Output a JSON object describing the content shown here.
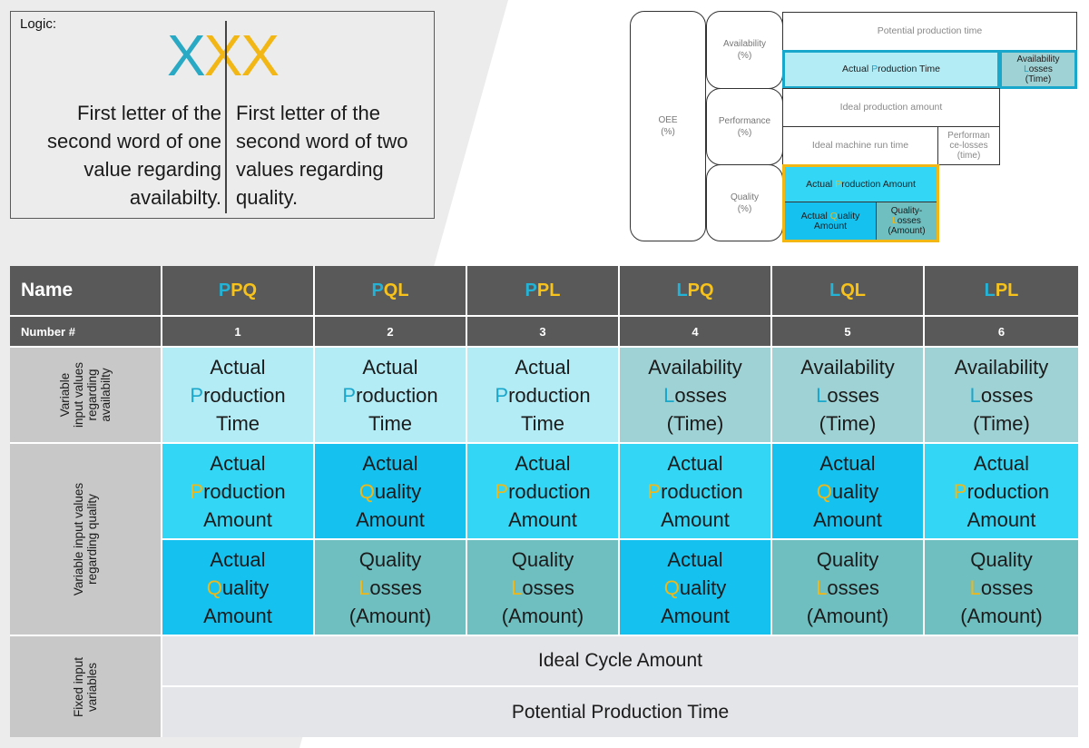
{
  "logic": {
    "title": "Logic:",
    "code_first": "X",
    "code_rest": "XX",
    "left_lines": [
      "First letter of the",
      "second word of one",
      "value regarding",
      "availabilty."
    ],
    "right_lines": [
      "First letter of the",
      "second word of two",
      "values regarding",
      "quality."
    ]
  },
  "oee_diagram": {
    "oee": [
      "OEE",
      "(%)"
    ],
    "availability": [
      "Availability",
      "(%)"
    ],
    "performance": [
      "Performance",
      "(%)"
    ],
    "quality": [
      "Quality",
      "(%)"
    ],
    "potential_production_time": "Potential production time",
    "actual_production_time": {
      "before": "Actual ",
      "key": "P",
      "after": "roduction Time"
    },
    "availability_losses": {
      "l1": "Availability",
      "key": "L",
      "l2rest": "osses",
      "l3": "(Time)"
    },
    "ideal_production_amount": "Ideal production amount",
    "ideal_machine_run_time": "Ideal machine run time",
    "performance_losses": [
      "Performan",
      "ce-losses",
      "(time)"
    ],
    "actual_production_amount": {
      "before": "Actual ",
      "key": "P",
      "after": "roduction Amount"
    },
    "actual_quality_amount": {
      "before": "Actual ",
      "key": "Q",
      "after": "uality",
      "l2": "Amount"
    },
    "quality_losses": {
      "l1": "Quality-",
      "key": "L",
      "l2rest": "osses",
      "l3": "(Amount)"
    }
  },
  "table": {
    "name_header": "Name",
    "number_label": "Number #",
    "columns": [
      {
        "first": "P",
        "rest": "PQ",
        "number": "1"
      },
      {
        "first": "P",
        "rest": "QL",
        "number": "2"
      },
      {
        "first": "P",
        "rest": "PL",
        "number": "3"
      },
      {
        "first": "L",
        "rest": "PQ",
        "number": "4"
      },
      {
        "first": "L",
        "rest": "QL",
        "number": "5"
      },
      {
        "first": "L",
        "rest": "PL",
        "number": "6"
      }
    ],
    "row_labels": {
      "availability": [
        "Variable",
        "input values",
        "regarding",
        "availabilty"
      ],
      "quality": [
        "Variable input values",
        "regarding quality"
      ],
      "fixed": [
        "Fixed input",
        "variables"
      ]
    },
    "values": {
      "actual_production_time": {
        "l1": "Actual",
        "key": "P",
        "rest": "roduction",
        "l3": "Time"
      },
      "availability_losses_time": {
        "l1": "Availability",
        "key": "L",
        "rest": "osses",
        "l3": "(Time)"
      },
      "actual_production_amount": {
        "l1": "Actual",
        "key": "P",
        "rest": "roduction",
        "l3": "Amount"
      },
      "actual_quality_amount": {
        "l1": "Actual",
        "key": "Q",
        "rest": "uality",
        "l3": "Amount"
      },
      "quality_losses_amount": {
        "l1": "Quality",
        "key": "L",
        "rest": "osses",
        "l3": "(Amount)"
      }
    },
    "fixed_values": [
      "Ideal Cycle Amount",
      "Potential Production Time"
    ]
  },
  "colors": {
    "accent_blue": "#1aa7cc",
    "accent_yellow": "#f2b714",
    "header_gray": "#595959"
  }
}
